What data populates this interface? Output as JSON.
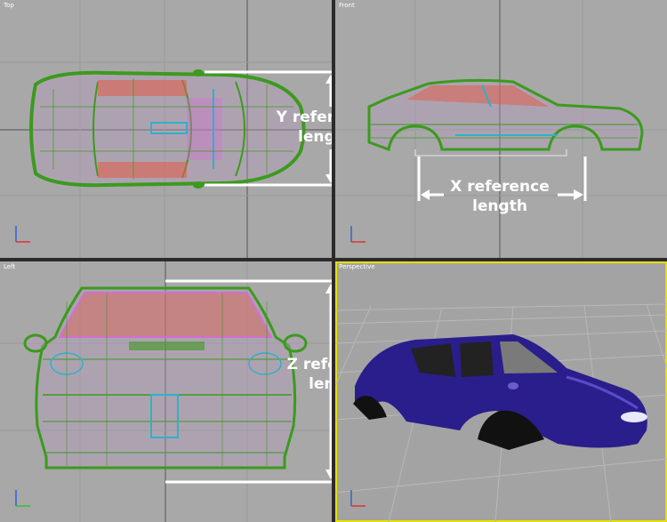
{
  "viewports": {
    "top": {
      "label": "Top"
    },
    "front": {
      "label": "Front"
    },
    "left": {
      "label": "Left"
    },
    "perspective": {
      "label": "Perspective"
    }
  },
  "callouts": {
    "y": {
      "line1": "Y reference",
      "line2": "length"
    },
    "x": {
      "line1": "X reference",
      "line2": "length"
    },
    "z": {
      "line1": "Z reference",
      "line2": "length"
    }
  },
  "colors": {
    "viewport_bg": "#a8a8a8",
    "wire_green": "#3c9a1e",
    "wire_pink": "#d070d0",
    "wire_red": "#e06050",
    "wire_cyan": "#30b0c8",
    "car_blue": "#2a1e8c",
    "active_border": "#e8e000",
    "grid_dark": "#555555"
  }
}
